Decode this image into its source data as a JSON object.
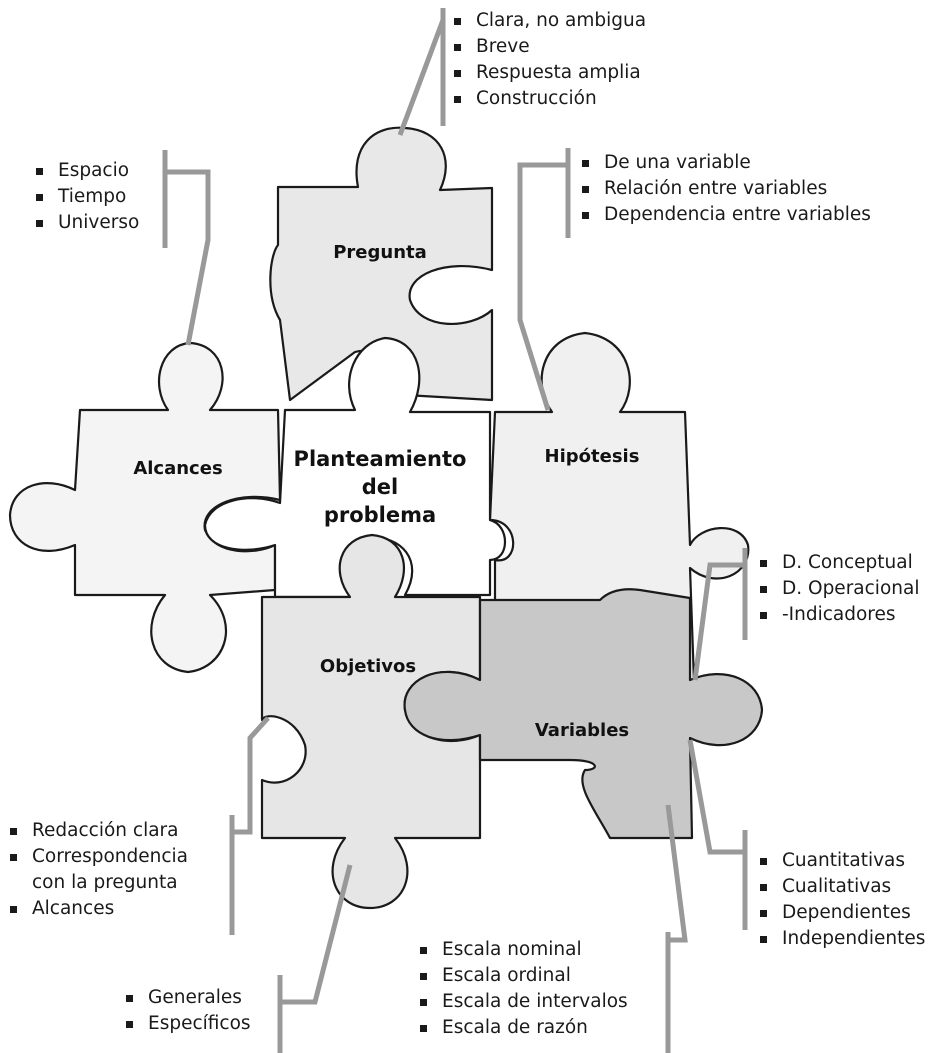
{
  "center": {
    "line1": "Planteamiento",
    "line2": "del",
    "line3": "problema"
  },
  "pieces": {
    "pregunta": "Pregunta",
    "alcances": "Alcances",
    "hipotesis": "Hipótesis",
    "objetivos": "Objetivos",
    "variables": "Variables"
  },
  "lists": {
    "pregunta": [
      "Clara, no ambigua",
      "Breve",
      "Respuesta amplia",
      "Construcción"
    ],
    "alcances": [
      "Espacio",
      "Tiempo",
      "Universo"
    ],
    "hipotesis": [
      "De una variable",
      "Relación entre variables",
      "Dependencia entre variables"
    ],
    "variables_def": [
      "D. Conceptual",
      "D. Operacional",
      "-Indicadores"
    ],
    "variables_tipo": [
      "Cuantitativas",
      "Cualitativas",
      "Dependientes",
      "Independientes"
    ],
    "variables_escala": [
      "Escala nominal",
      "Escala ordinal",
      "Escala de intervalos",
      "Escala de razón"
    ],
    "objetivos_redaccion": {
      "item1": "Redacción clara",
      "item2_line1": "Correspondencia",
      "item2_line2": "con la pregunta",
      "item3": "Alcances"
    },
    "objetivos_tipo": [
      "Generales",
      "Específicos"
    ]
  },
  "colors": {
    "light_piece": "#ebebeb",
    "lighter_piece": "#f2f2f2",
    "center_piece": "#ffffff",
    "dark_piece": "#c8c8c8",
    "connector": "#999999",
    "outline": "#1a1a1a"
  }
}
